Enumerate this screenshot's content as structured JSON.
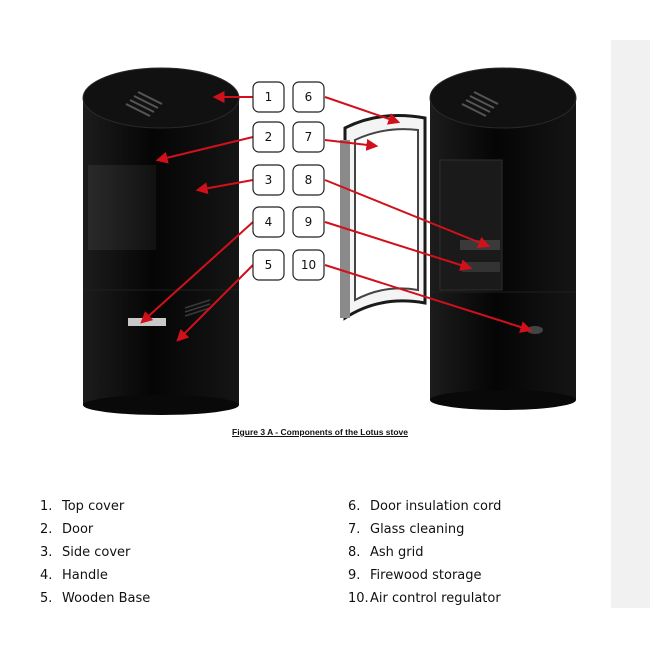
{
  "caption": "Figure 3 A - Components of the Lotus stove",
  "callouts": [
    "1",
    "2",
    "3",
    "4",
    "5",
    "6",
    "7",
    "8",
    "9",
    "10"
  ],
  "legend": [
    {
      "num": "1.",
      "label": "Top cover"
    },
    {
      "num": "2.",
      "label": "Door"
    },
    {
      "num": "3.",
      "label": "Side cover"
    },
    {
      "num": "4.",
      "label": "Handle"
    },
    {
      "num": "5.",
      "label": "Wooden Base"
    },
    {
      "num": "6.",
      "label": "Door insulation cord"
    },
    {
      "num": "7.",
      "label": "Glass cleaning"
    },
    {
      "num": "8.",
      "label": "Ash grid"
    },
    {
      "num": "9.",
      "label": "Firewood storage"
    },
    {
      "num": "10.",
      "label": "Air control regulator"
    }
  ],
  "colors": {
    "arrow": "#d0111b",
    "stove": "#0b0b0b",
    "badge_border": "#222222"
  }
}
